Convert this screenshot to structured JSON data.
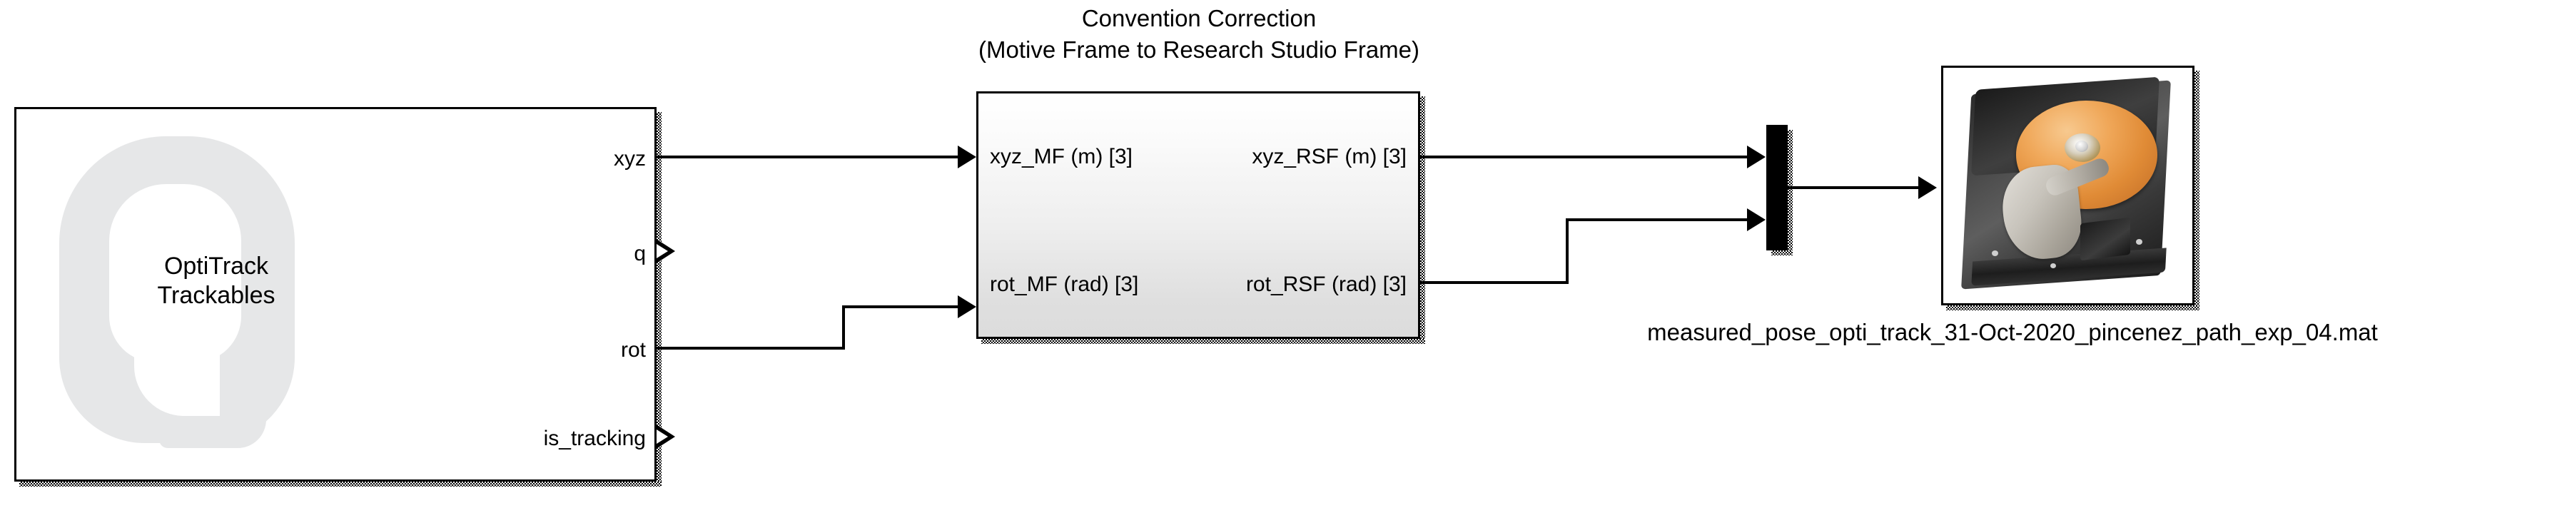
{
  "diagram": {
    "type": "simulink-block-diagram",
    "background_color": "#ffffff"
  },
  "optitrack": {
    "name_line1": "OptiTrack",
    "name_line2": "Trackables",
    "logo_name": "optitrack-o-logo",
    "ports": [
      {
        "label": "xyz",
        "connected": true,
        "marker": "none"
      },
      {
        "label": "q",
        "connected": false,
        "marker": "hollow-arrow"
      },
      {
        "label": "rot",
        "connected": true,
        "marker": "none"
      },
      {
        "label": "is_tracking",
        "connected": false,
        "marker": "hollow-arrow"
      }
    ]
  },
  "convention": {
    "title_line1": "Convention Correction",
    "title_line2": "(Motive Frame to Research Studio Frame)",
    "inputs": [
      {
        "label": "xyz_MF (m) [3]"
      },
      {
        "label": "rot_MF (rad) [3]"
      }
    ],
    "outputs": [
      {
        "label": "xyz_RSF (m) [3]"
      },
      {
        "label": "rot_RSF (rad) [3]"
      }
    ]
  },
  "mux": {
    "name": "mux",
    "input_count": 2,
    "output_count": 1
  },
  "tofile": {
    "icon_name": "hard-disk-icon",
    "filename": "measured_pose_opti_track_31-Oct-2020_pincenez_path_exp_04.mat"
  },
  "colors": {
    "line": "#000000",
    "block_fill": "#ffffff",
    "subsystem_fill_top": "#ffffff",
    "subsystem_fill_bottom": "#dcdcdc",
    "logo_gray": "#e6e7e8",
    "platter_orange": "#e08b36"
  }
}
